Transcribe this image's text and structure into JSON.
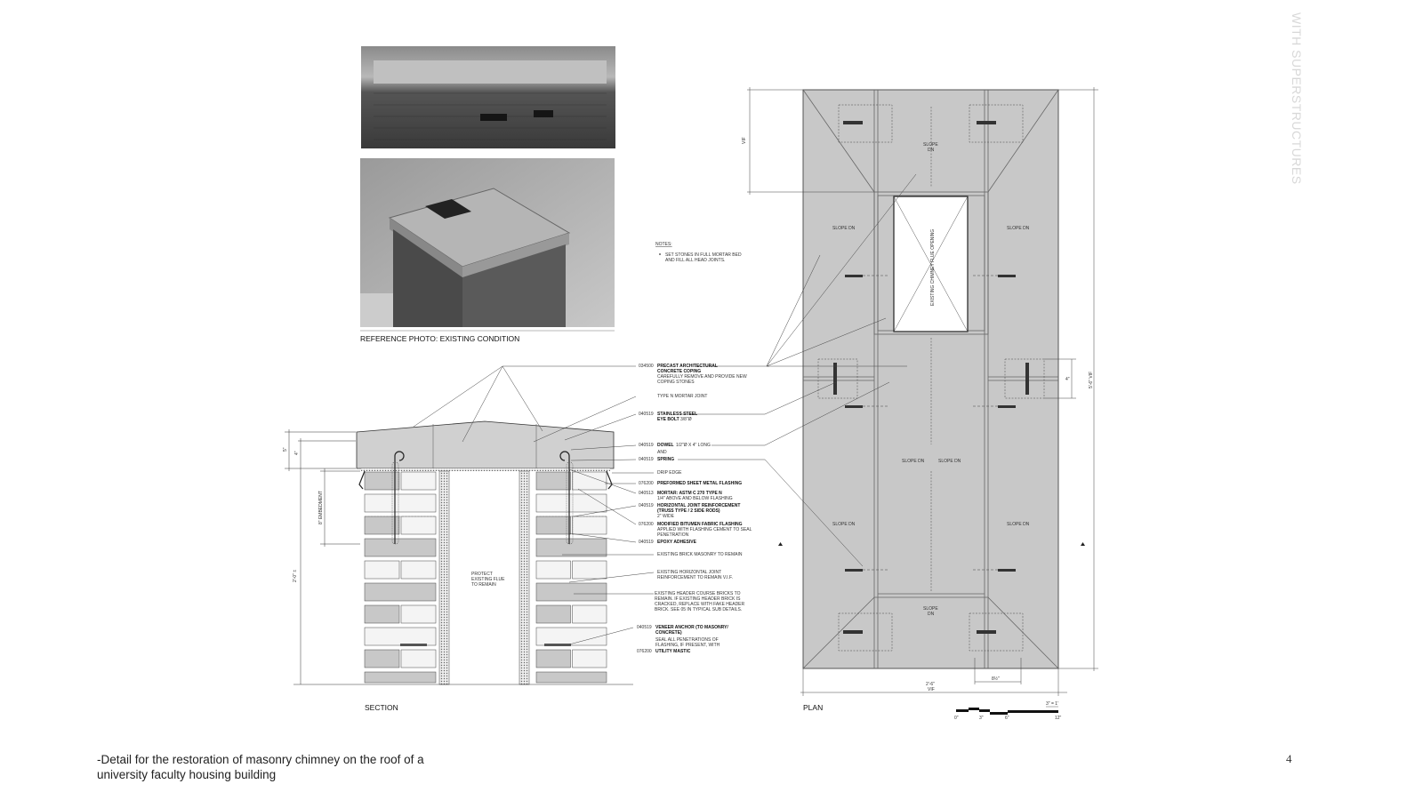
{
  "side_title": "WITH SUPERSTRUCTURES",
  "page_number": "4",
  "caption": [
    "-Detail for the restoration of masonry chimney on the roof of a",
    "university faculty housing building"
  ],
  "photo_caption": "REFERENCE PHOTO: EXISTING CONDITION",
  "notes": {
    "heading": "NOTES:",
    "items": [
      "SET STONES IN FULL MORTAR BED",
      "AND FILL ALL HEAD JOINTS."
    ]
  },
  "section": {
    "title": "SECTION",
    "dims": [
      "5\"",
      "4\"",
      "8\" EMBEDMENT",
      "2'-0\" ±"
    ],
    "flue_note": [
      "PROTECT",
      "EXISTING FLUE",
      "TO REMAIN"
    ]
  },
  "annotations": [
    {
      "code": "034500",
      "title": "PRECAST ARCHITECTURAL",
      "title2": "CONCRETE COPING",
      "text": [
        "CAREFULLY REMOVE AND PROVIDE NEW",
        "COPING STONES"
      ]
    },
    {
      "text": [
        "TYPE N MORTAR JOINT"
      ]
    },
    {
      "code": "040519",
      "title": "STAINLESS STEEL",
      "title2": "EYE BOLT",
      "suffix": "3/8\"Ø"
    },
    {
      "code": "040519",
      "title": "DOWEL",
      "suffix": "1/2\"Ø X 4\" LONG",
      "and": "AND",
      "code2": "040519",
      "title2": "SPRING"
    },
    {
      "text": [
        "DRIP EDGE"
      ]
    },
    {
      "code": "076200",
      "title": "PREFORMED SHEET METAL FLASHING"
    },
    {
      "code": "040513",
      "title": "MORTAR: ASTM C 270 TYPE N",
      "text": [
        "1/4\" ABOVE AND BELOW FLASHING"
      ]
    },
    {
      "code": "040519",
      "title": "HORIZONTAL JOINT REINFORCEMENT",
      "title2": "(TRUSS TYPE / 2 SIDE RODS)",
      "text": [
        "2\" WIDE"
      ]
    },
    {
      "code": "076200",
      "title": "MODIFIED BITUMEN FABRIC FLASHING",
      "text": [
        "APPLIED WITH FLASHING CEMENT TO SEAL",
        "PENETRATION"
      ]
    },
    {
      "code": "040519",
      "title": "EPOXY ADHESIVE"
    },
    {
      "text": [
        "EXISTING BRICK MASONRY TO REMAIN"
      ]
    },
    {
      "text": [
        "EXISTING HORIZONTAL JOINT",
        "REINFORCEMENT TO REMAIN V.I.F."
      ]
    },
    {
      "text": [
        "EXISTING HEADER COURSE BRICKS TO",
        "REMAIN. IF EXISTING HEADER BRICK IS",
        "CRACKED, REPLACE WITH FAKE HEADER",
        "BRICK. SEE 05 IN TYPICAL SUB DETAILS."
      ]
    },
    {
      "code": "040519",
      "title": "VENEER ANCHOR (TO MASONRY/",
      "title2": "CONCRETE)",
      "text": [
        "SEAL ALL PENETRATIONS OF",
        "FLASHING, IF PRESENT, WITH"
      ],
      "code2": "076200",
      "title3": "UTILITY MASTIC"
    }
  ],
  "plan": {
    "title": "PLAN",
    "slope": "SLOPE DN",
    "slope_a": "SLOPE",
    "slope_b": "DN",
    "opening": "EXISTING CHIMNEY FLUE OPENING",
    "dims": {
      "vif": "VIF",
      "four": "4\"",
      "overall": "5'-6\" VIF",
      "width": "2'-6\"",
      "width_vif": "VIF",
      "eight": "8½\""
    },
    "scale": "3\" = 1'",
    "scale_ticks": [
      "0\"",
      "3\"",
      "6\"",
      "12\""
    ]
  }
}
